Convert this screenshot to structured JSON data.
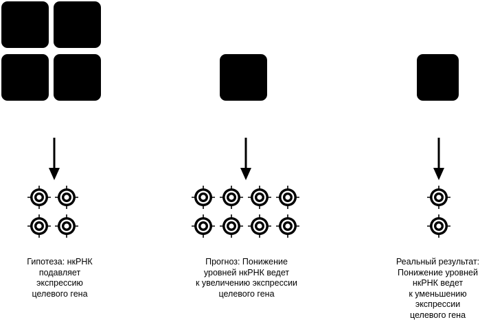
{
  "columns": [
    {
      "id": "hypothesis",
      "squares": 4,
      "targets": 4,
      "caption": "Гипотеза: нкРНК\nподавляет\nэкспрессию\nцелевого гена"
    },
    {
      "id": "prediction",
      "squares": 1,
      "targets": 8,
      "caption": "Прогноз: Понижение\nуровней нкРНК ведет\nк увеличению экспрессии\nцелевого гена"
    },
    {
      "id": "result",
      "squares": 1,
      "targets": 2,
      "caption": "Реальный результат:\nПонижение уровней\nнкРНК ведет\nк уменьшению\nэкспрессии\nцелевого гена"
    }
  ],
  "colors": {
    "foreground": "#000000",
    "background": "#ffffff"
  },
  "icons": {
    "ncrna_block": "black-rounded-square",
    "gene_expression": "target-icon",
    "effect": "arrow-down-icon"
  }
}
